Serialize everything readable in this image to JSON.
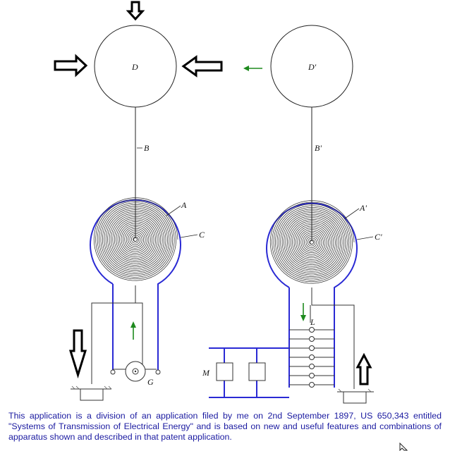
{
  "labels": {
    "D": "D",
    "D_prime": "D'",
    "B": "B",
    "B_prime": "B'",
    "A": "A",
    "A_prime": "A'",
    "C": "C",
    "C_prime": "C'",
    "L": "L",
    "M": "M",
    "G": "G"
  },
  "caption": "This application is a division of an application filed by me on 2nd September 1897, US 650,343 entitled \"Systems of Transmission of Electrical Energy\" and is based on new and useful features and combinations of apparatus shown and described in that patent application.",
  "colors": {
    "wire": "#2a2ad4",
    "line": "#222222",
    "arrow_green": "#1e8a1e",
    "caption": "#1a1aa0"
  },
  "icons": [
    "arrow-down-outline-icon",
    "arrow-right-outline-icon",
    "arrow-left-outline-icon",
    "arrow-up-outline-icon",
    "green-arrow-icon",
    "cursor-icon"
  ]
}
